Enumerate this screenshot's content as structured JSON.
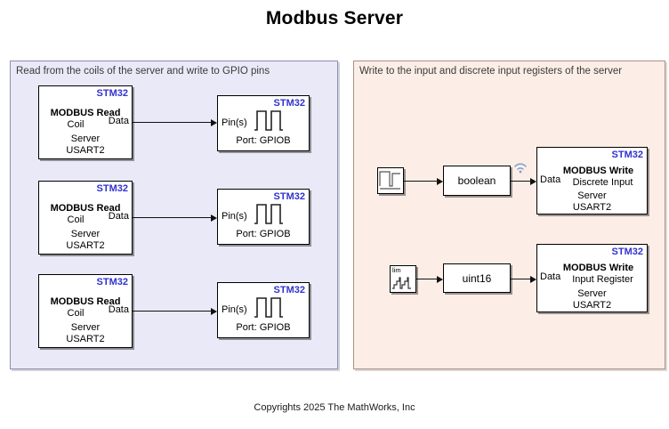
{
  "title": "Modbus Server",
  "copyright": "Copyrights 2025 The MathWorks, Inc",
  "colors": {
    "chip_blue": "#3232cf",
    "left_area_fill": "#e9e9f8",
    "left_area_border": "#8f8fa6",
    "right_area_fill": "#fceee6",
    "right_area_border": "#a79289",
    "block_fill": "#ffffff",
    "wire": "#111111",
    "wireless_badge": "#7b9fd4"
  },
  "left_area": {
    "label": "Read from the coils of the server and write to GPIO pins",
    "read_block": {
      "chip": "STM32",
      "name": "MODBUS Read",
      "mode": "Coil",
      "out_port": "Data",
      "line3": "Server",
      "line4": "USART2"
    },
    "gpio_block": {
      "chip": "STM32",
      "in_port": "Pin(s)",
      "caption": "Port: GPIOB",
      "icon": "square-wave-icon"
    },
    "row_count": 3
  },
  "right_area": {
    "label": "Write to the input and discrete input registers of the server",
    "row1": {
      "source_icon": "pulse-signal-icon",
      "convert_label": "boolean",
      "wireless_icon": "wireless-streaming-icon",
      "write_block": {
        "chip": "STM32",
        "name": "MODBUS Write",
        "register": "Discrete Input",
        "in_port": "Data",
        "line3": "Server",
        "line4": "USART2"
      }
    },
    "row2": {
      "source_icon": "counter-limited-icon",
      "source_label": "lim",
      "convert_label": "uint16",
      "write_block": {
        "chip": "STM32",
        "name": "MODBUS Write",
        "register": "Input Register",
        "in_port": "Data",
        "line3": "Server",
        "line4": "USART2"
      }
    }
  }
}
